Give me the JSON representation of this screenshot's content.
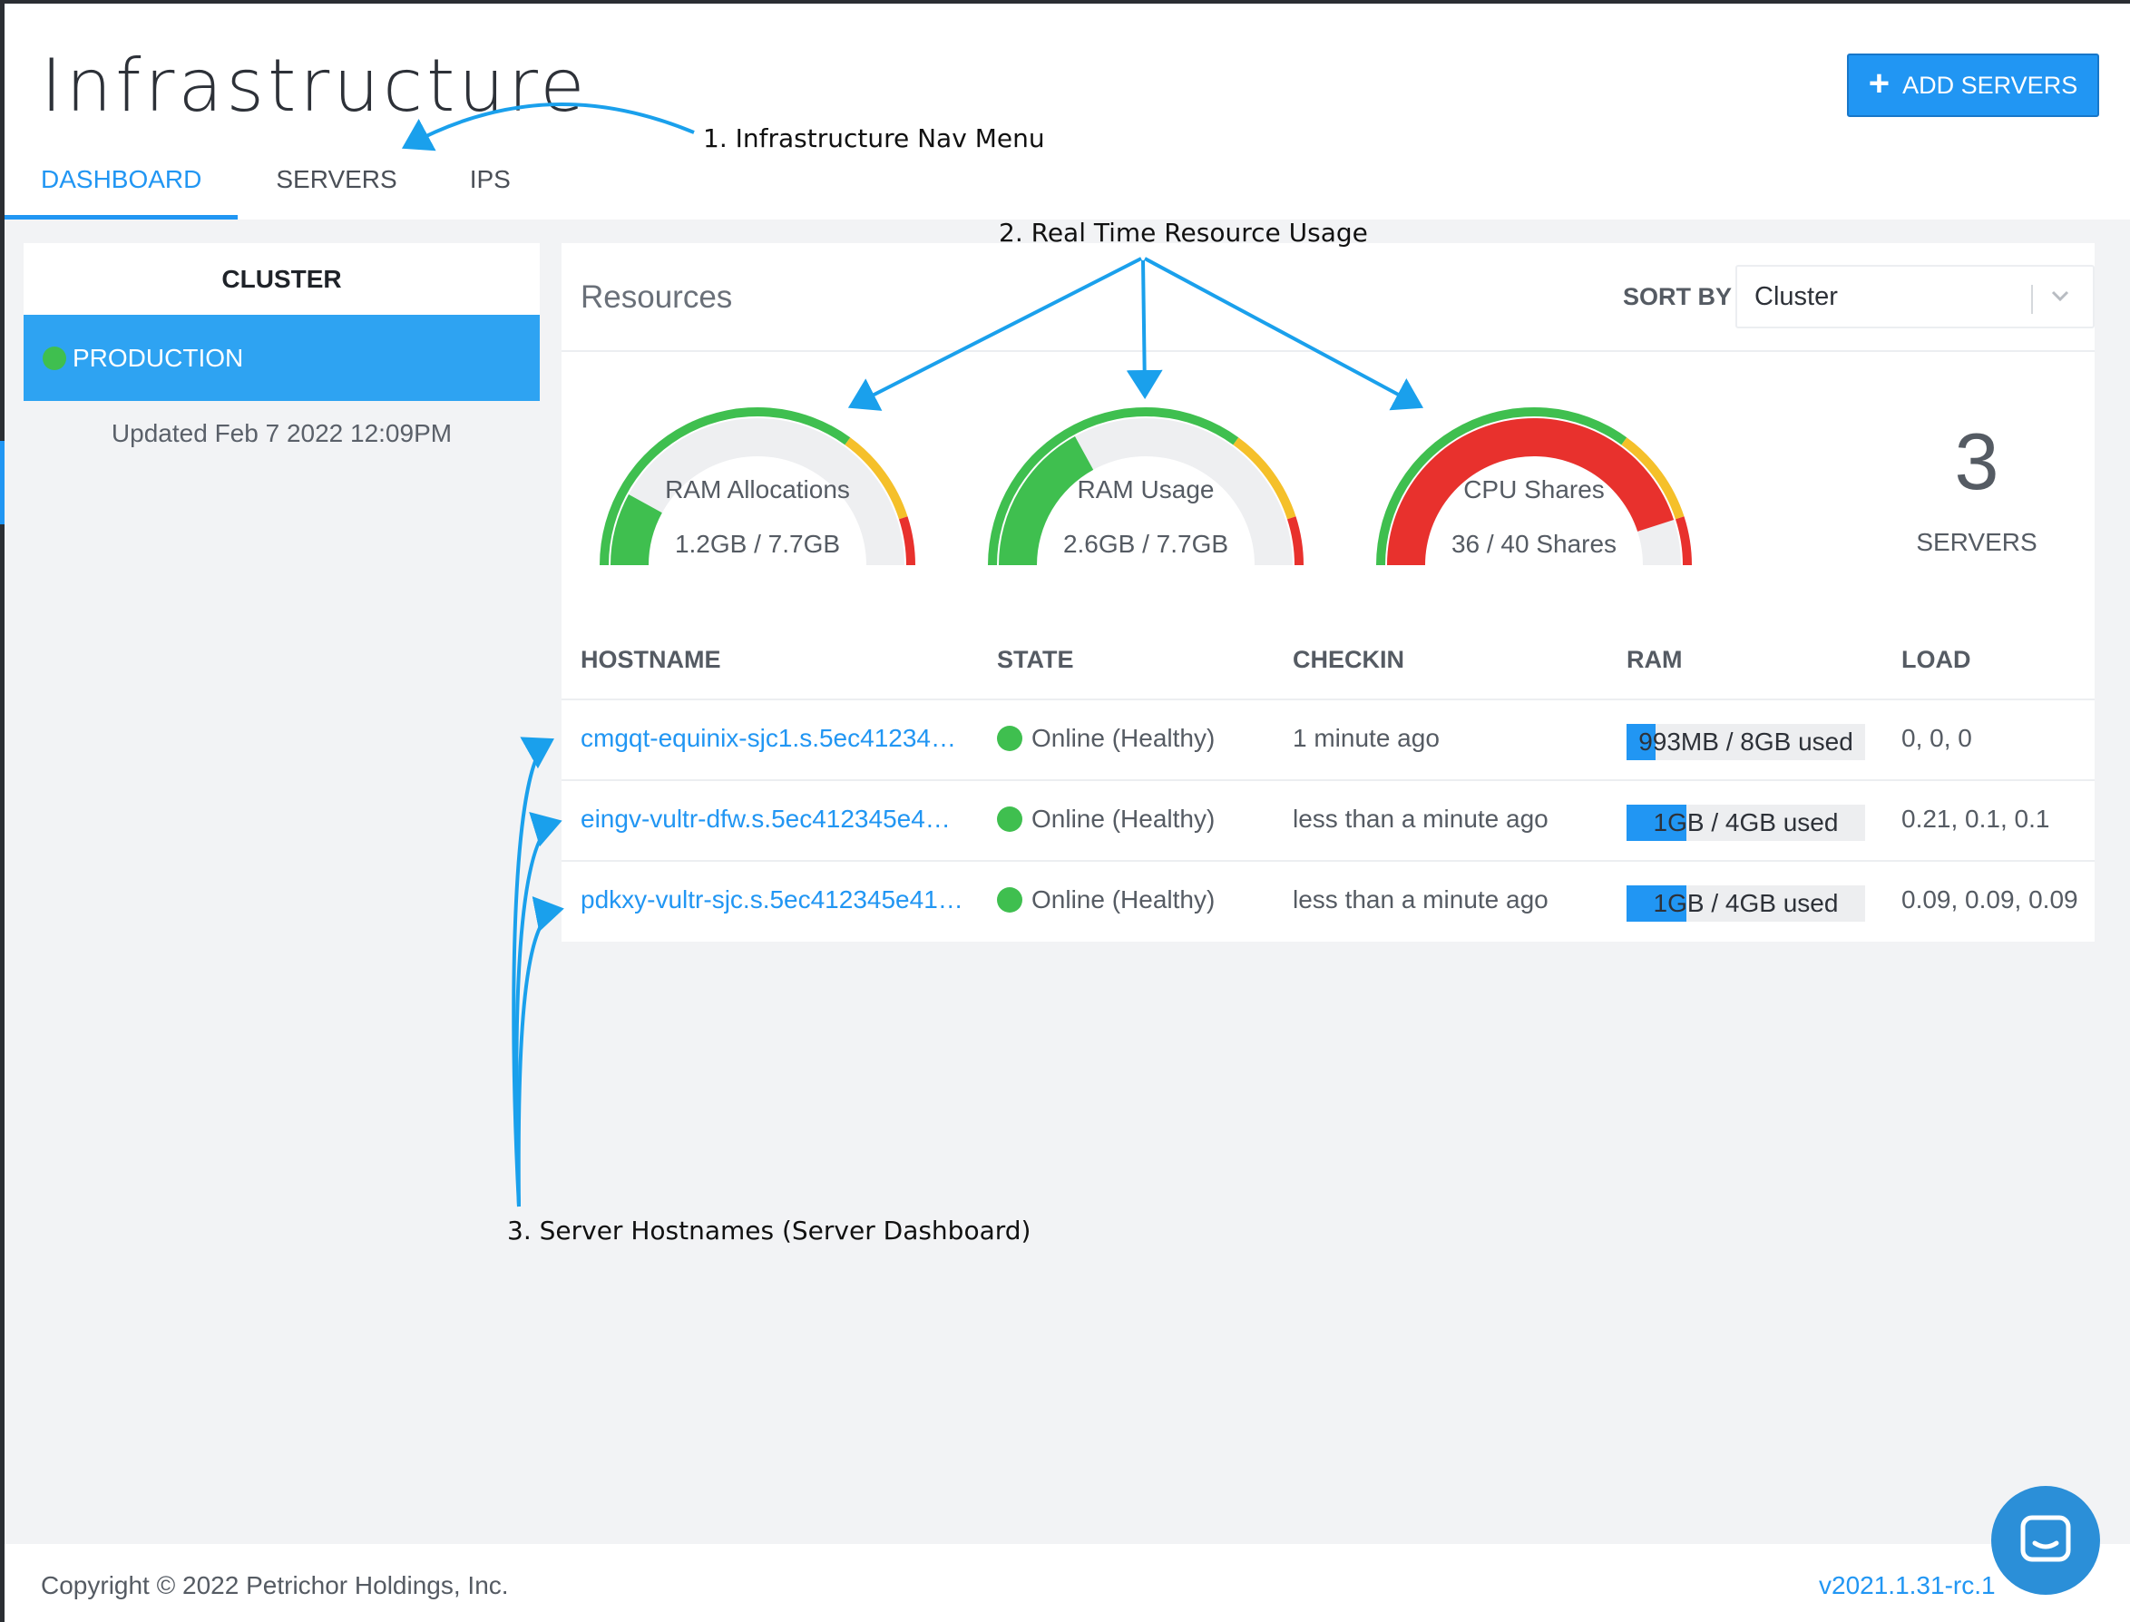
{
  "page": {
    "title": "Infrastructure",
    "add_button": "ADD SERVERS",
    "tabs": [
      {
        "label": "DASHBOARD",
        "active": true
      },
      {
        "label": "SERVERS",
        "active": false
      },
      {
        "label": "IPS",
        "active": false
      }
    ]
  },
  "cluster": {
    "heading": "CLUSTER",
    "selected": "PRODUCTION",
    "updated": "Updated Feb 7 2022 12:09PM"
  },
  "resources": {
    "title": "Resources",
    "sort_label": "SORT BY",
    "sort_value": "Cluster",
    "gauges": [
      {
        "label": "RAM Allocations",
        "value": "1.2GB / 7.7GB",
        "fraction": 0.16
      },
      {
        "label": "RAM Usage",
        "value": "2.6GB / 7.7GB",
        "fraction": 0.34
      },
      {
        "label": "CPU Shares",
        "value": "36 / 40 Shares",
        "fraction": 0.9
      }
    ],
    "server_count": "3",
    "server_count_label": "SERVERS"
  },
  "table": {
    "headers": {
      "hostname": "HOSTNAME",
      "state": "STATE",
      "checkin": "CHECKIN",
      "ram": "RAM",
      "load": "LOAD"
    },
    "rows": [
      {
        "hostname": "cmgqt-equinix-sjc1.s.5ec41234…",
        "state": "Online (Healthy)",
        "checkin": "1 minute ago",
        "ram": "993MB / 8GB used",
        "ram_fraction": 0.12,
        "load": "0, 0, 0"
      },
      {
        "hostname": "eingv-vultr-dfw.s.5ec412345e4…",
        "state": "Online (Healthy)",
        "checkin": "less than a minute ago",
        "ram": "1GB / 4GB used",
        "ram_fraction": 0.25,
        "load": "0.21, 0.1, 0.1"
      },
      {
        "hostname": "pdkxy-vultr-sjc.s.5ec412345e41…",
        "state": "Online (Healthy)",
        "checkin": "less than a minute ago",
        "ram": "1GB / 4GB used",
        "ram_fraction": 0.25,
        "load": "0.09, 0.09, 0.09"
      }
    ]
  },
  "annotations": {
    "nav_menu": "1. Infrastructure Nav Menu",
    "resource_usage": "2. Real Time Resource Usage",
    "hostnames": "3. Server Hostnames (Server Dashboard)"
  },
  "footer": {
    "copyright": "Copyright © 2022 Petrichor Holdings, Inc.",
    "version": "v2021.1.31-rc.1"
  },
  "colors": {
    "accent": "#2196f3",
    "healthy": "#3fbf4f",
    "gauge_green": "#3fbf4f",
    "gauge_yellow": "#f5c02a",
    "gauge_red": "#e8312d"
  }
}
